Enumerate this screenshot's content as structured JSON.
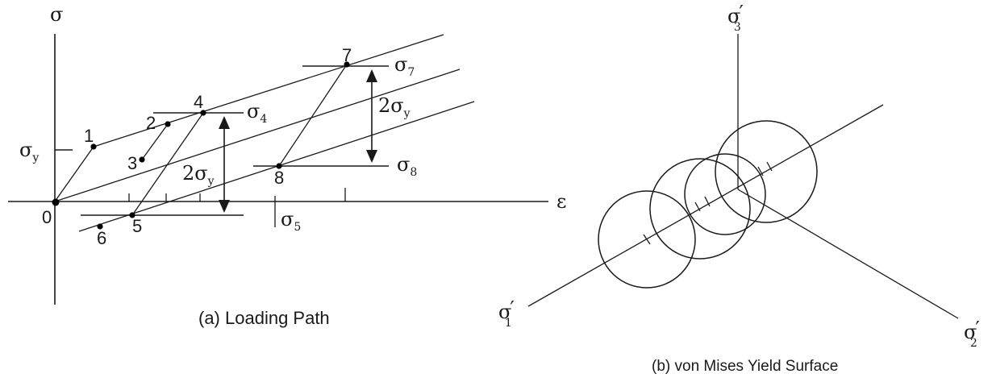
{
  "panel_a": {
    "caption": "(a) Loading Path",
    "axis_sigma": "σ",
    "axis_eps": "ε",
    "sy_base": "σ",
    "sy_sub": "y",
    "points": [
      "0",
      "1",
      "2",
      "3",
      "4",
      "5",
      "6",
      "7",
      "8"
    ],
    "sigma4_base": "σ",
    "sigma4_sub": "4",
    "sigma5_base": "σ",
    "sigma5_sub": "5",
    "sigma7_base": "σ",
    "sigma7_sub": "7",
    "sigma8_base": "σ",
    "sigma8_sub": "8",
    "two_sy_a": "2σ",
    "two_sy_a_sub": "y",
    "two_sy_b": "2σ",
    "two_sy_b_sub": "y"
  },
  "panel_b": {
    "caption": "(b) von Mises Yield Surface",
    "s1_base": "σ",
    "s1_prime": "′",
    "s1_sub": "1",
    "s2_base": "σ",
    "s2_prime": "′",
    "s2_sub": "2",
    "s3_base": "σ",
    "s3_prime": "′",
    "s3_sub": "3"
  }
}
